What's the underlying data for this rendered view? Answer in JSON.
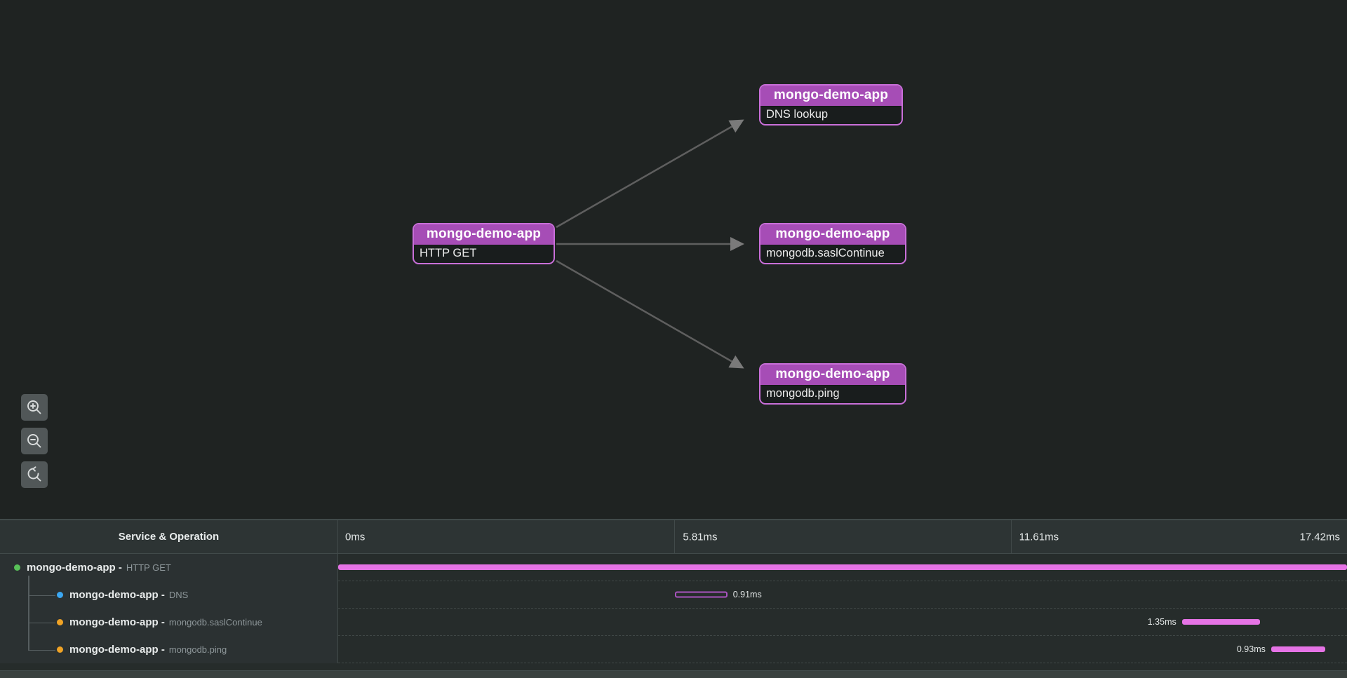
{
  "graph": {
    "nodes": [
      {
        "id": "root",
        "service": "mongo-demo-app",
        "operation": "HTTP GET"
      },
      {
        "id": "dns",
        "service": "mongo-demo-app",
        "operation": "DNS lookup"
      },
      {
        "id": "sasl",
        "service": "mongo-demo-app",
        "operation": "mongodb.saslContinue"
      },
      {
        "id": "ping",
        "service": "mongo-demo-app",
        "operation": "mongodb.ping"
      }
    ],
    "edges": [
      {
        "from": "root",
        "to": "dns"
      },
      {
        "from": "root",
        "to": "sasl"
      },
      {
        "from": "root",
        "to": "ping"
      }
    ],
    "controls": [
      {
        "id": "zoom-in",
        "icon": "magnifier-plus-icon"
      },
      {
        "id": "zoom-out",
        "icon": "magnifier-minus-icon"
      },
      {
        "id": "reset-zoom",
        "icon": "reset-arrow-icon"
      }
    ]
  },
  "timeline": {
    "header": {
      "service_column_label": "Service & Operation",
      "ticks": [
        "0ms",
        "5.81ms",
        "11.61ms",
        "17.42ms"
      ]
    },
    "duration_ms": 17.42,
    "spans": [
      {
        "service": "mongo-demo-app",
        "operation": "HTTP GET",
        "depth": 0,
        "dot_color": "#58c158",
        "start_ms": 0,
        "duration_ms": 17.42,
        "label": null,
        "label_side": null,
        "style": "solid"
      },
      {
        "service": "mongo-demo-app",
        "operation": "DNS",
        "depth": 1,
        "dot_color": "#3ba7f2",
        "start_ms": 5.81,
        "duration_ms": 0.91,
        "label": "0.91ms",
        "label_side": "right",
        "style": "hollow"
      },
      {
        "service": "mongo-demo-app",
        "operation": "mongodb.saslContinue",
        "depth": 1,
        "dot_color": "#f0a325",
        "start_ms": 14.57,
        "duration_ms": 1.35,
        "label": "1.35ms",
        "label_side": "left",
        "style": "solid"
      },
      {
        "service": "mongo-demo-app",
        "operation": "mongodb.ping",
        "depth": 1,
        "dot_color": "#f0a325",
        "start_ms": 16.11,
        "duration_ms": 0.93,
        "label": "0.93ms",
        "label_side": "left",
        "style": "solid"
      }
    ]
  },
  "colors": {
    "node_border": "#c96fd9",
    "node_header_bg": "#a64db6",
    "span_bar": "#e573e5",
    "span_bar_hollow_border": "#a953bf",
    "edge": "#5f5f5f",
    "dot_green": "#58c158",
    "dot_blue": "#3ba7f2",
    "dot_orange": "#f0a325"
  }
}
